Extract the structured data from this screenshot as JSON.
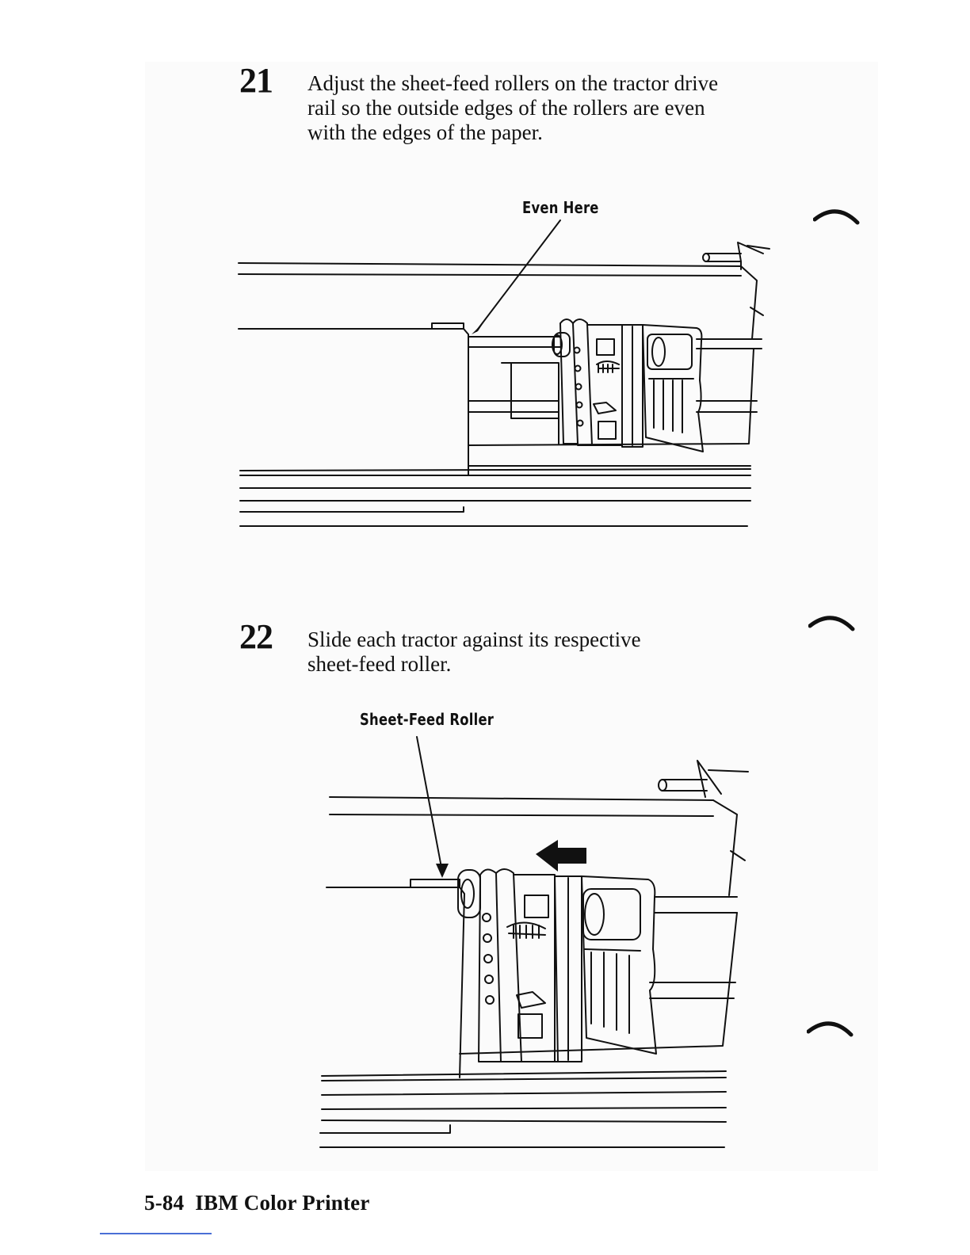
{
  "steps": [
    {
      "number": "21",
      "text": "Adjust the sheet-feed rollers on the tractor drive\nrail so the outside edges of the rollers are even\nwith the edges of the paper.",
      "callout": "Even Here"
    },
    {
      "number": "22",
      "text": "Slide each tractor against its respective\nsheet-feed roller.",
      "callout": "Sheet-Feed Roller"
    }
  ],
  "footer": {
    "page_ref": "5-84",
    "title": "IBM Color Printer"
  },
  "colors": {
    "ink": "#111111",
    "link_underline": "#4a6fd6"
  }
}
